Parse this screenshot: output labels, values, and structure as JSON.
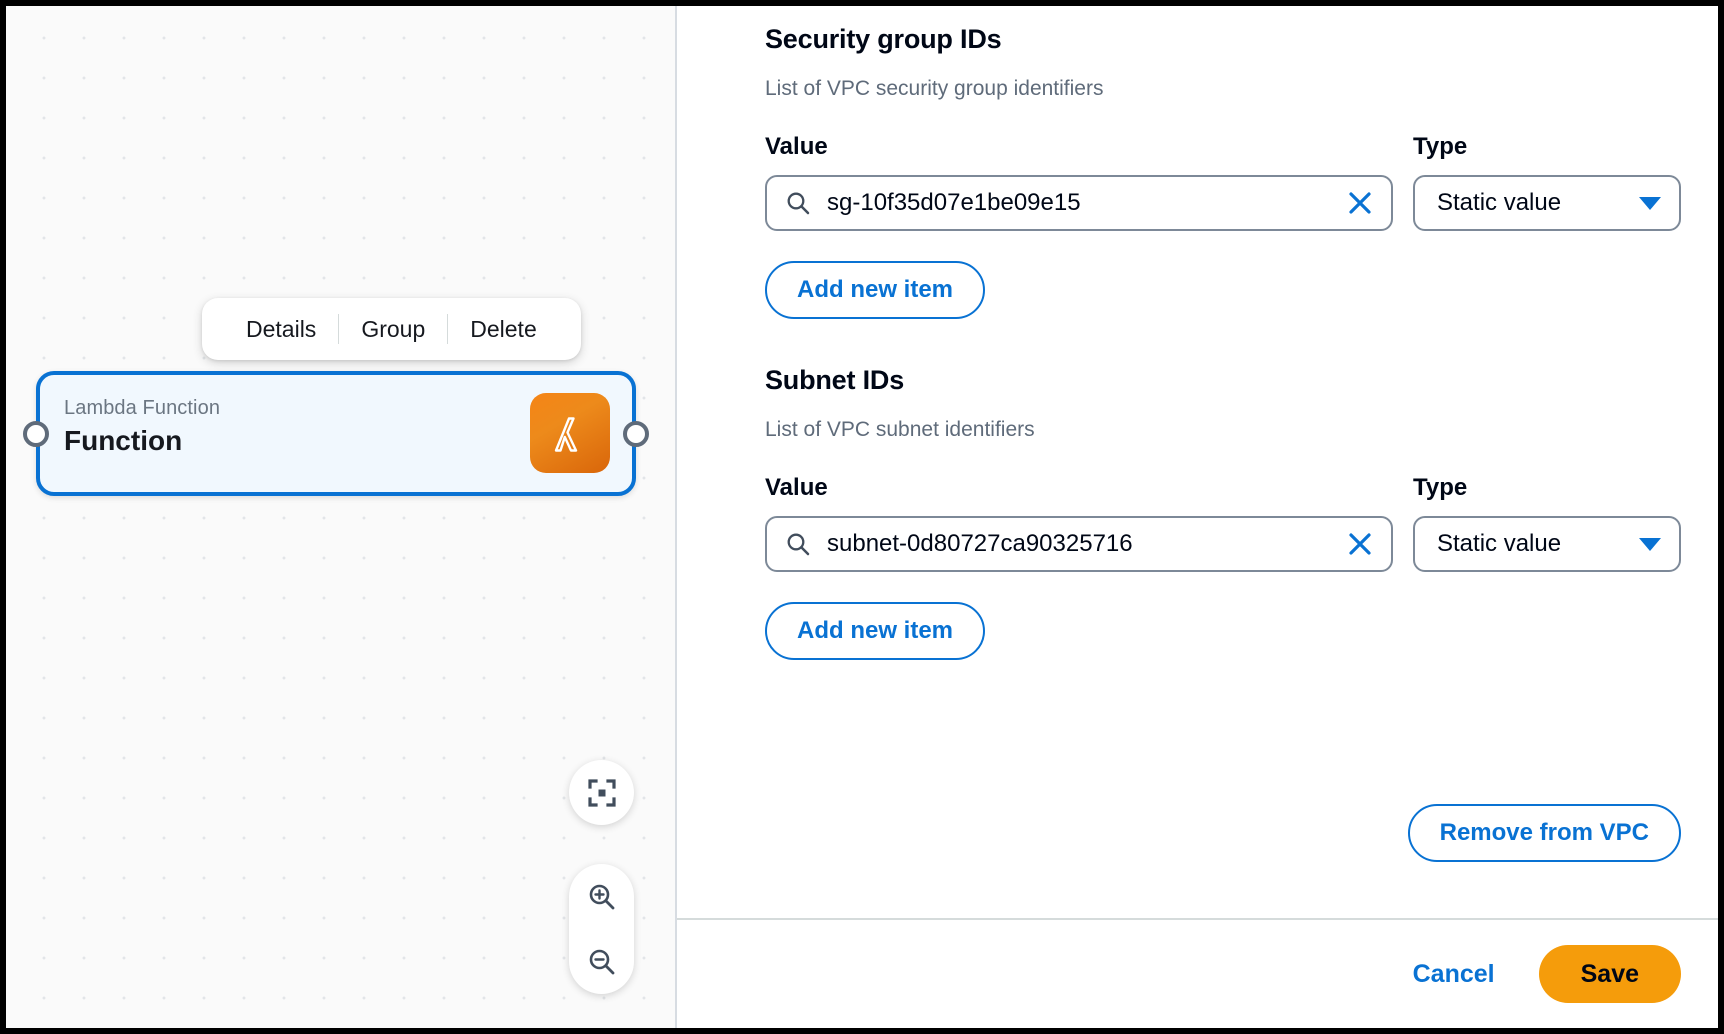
{
  "canvas": {
    "context_menu": {
      "items": [
        {
          "label": "Details"
        },
        {
          "label": "Group"
        },
        {
          "label": "Delete"
        }
      ]
    },
    "node": {
      "type_label": "Lambda Function",
      "title": "Function",
      "icon": "aws-lambda-icon",
      "accent_color": "#0972d3",
      "background_color": "#f1f8fe",
      "badge_color": "#ed8a1b"
    },
    "controls": {
      "fit_to_screen": "fit-to-screen-icon",
      "zoom_in": "zoom-in-icon",
      "zoom_out": "zoom-out-icon"
    }
  },
  "panel": {
    "sections": [
      {
        "title": "Security group IDs",
        "description": "List of VPC security group identifiers",
        "value_label": "Value",
        "type_label": "Type",
        "value": "sg-10f35d07e1be09e15",
        "value_placeholder": "",
        "type_value": "Static value",
        "add_button": "Add new item"
      },
      {
        "title": "Subnet IDs",
        "description": "List of VPC subnet identifiers",
        "value_label": "Value",
        "type_label": "Type",
        "value": "subnet-0d80727ca90325716",
        "value_placeholder": "",
        "type_value": "Static value",
        "add_button": "Add new item"
      }
    ],
    "remove_button": "Remove from VPC",
    "footer": {
      "cancel": "Cancel",
      "save": "Save"
    },
    "colors": {
      "link": "#0972d3",
      "save": "#f59c0b",
      "muted": "#5f6b7a"
    }
  }
}
